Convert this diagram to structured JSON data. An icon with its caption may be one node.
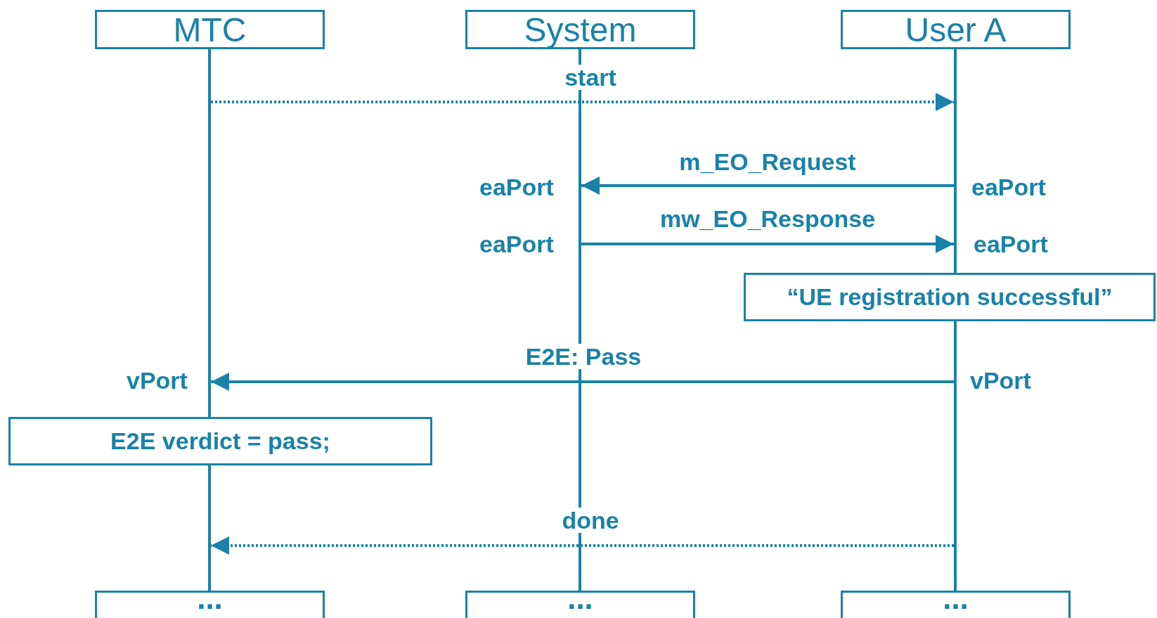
{
  "diagram": {
    "nodes": [
      {
        "text": [
          "MTC"
        ]
      },
      {
        "text": [
          "System"
        ]
      },
      {
        "text": [
          "User A"
        ]
      },
      {
        "text": [],
        "shape": "bar"
      },
      {
        "text": [],
        "shape": "bar"
      },
      {
        "text": [],
        "shape": "bar"
      },
      {
        "text": [
          "“UE registration successful”"
        ]
      },
      {
        "text": [
          "E2E verdict = pass;"
        ]
      },
      {
        "text": [
          "..."
        ]
      },
      {
        "text": [
          "..."
        ]
      },
      {
        "text": [
          "..."
        ]
      }
    ],
    "edges": [
      {
        "from": 3,
        "to": 5,
        "arrow": "to",
        "label": "start",
        "style": "dashed"
      },
      {
        "from": 5,
        "to": 4,
        "arrow": "to",
        "label": "m_EO_Request"
      },
      {
        "from": 4,
        "to": 5,
        "arrow": "to",
        "label": "mw_EO_Response"
      },
      {
        "from": 5,
        "to": 3,
        "arrow": "to",
        "label": "E2E: Pass"
      },
      {
        "from": 5,
        "to": 3,
        "arrow": "to",
        "label": "done",
        "style": "dashed"
      }
    ],
    "labels": [
      "eaPort",
      "eaPort",
      "eaPort",
      "eaPort",
      "vPort",
      "vPort"
    ]
  }
}
